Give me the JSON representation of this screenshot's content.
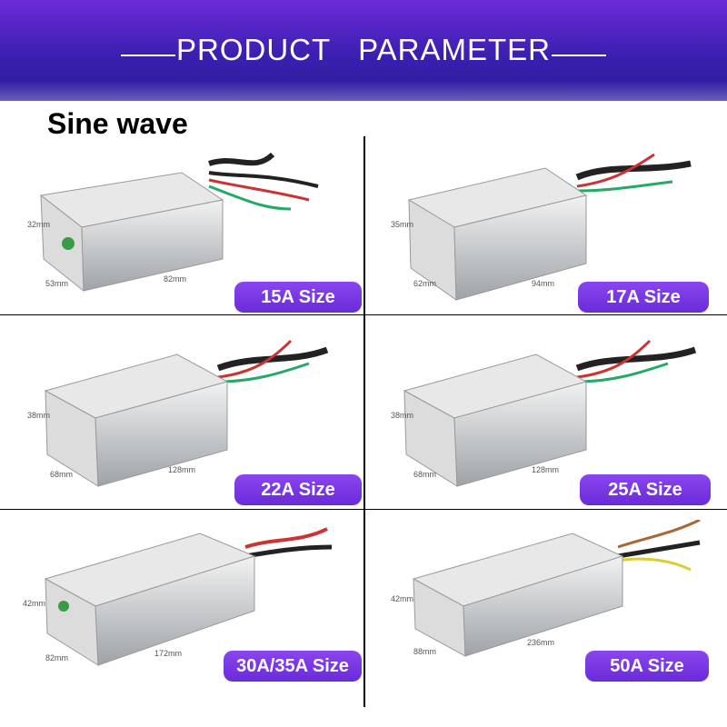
{
  "header": {
    "title": "PRODUCT   PARAMETER",
    "accent": "#5a26cf"
  },
  "subtitle": "Sine wave",
  "products": [
    {
      "label": "15A Size",
      "dims": [
        "32mm",
        "53mm",
        "82mm"
      ]
    },
    {
      "label": "17A Size",
      "dims": [
        "35mm",
        "62mm",
        "94mm"
      ]
    },
    {
      "label": "22A Size",
      "dims": [
        "38mm",
        "68mm",
        "128mm"
      ]
    },
    {
      "label": "25A Size",
      "dims": [
        "38mm",
        "68mm",
        "128mm"
      ]
    },
    {
      "label": "30A/35A Size",
      "dims": [
        "42mm",
        "82mm",
        "172mm"
      ]
    },
    {
      "label": "50A Size",
      "dims": [
        "42mm",
        "88mm",
        "236mm"
      ]
    }
  ],
  "icons": [
    "controller-box-icon"
  ]
}
